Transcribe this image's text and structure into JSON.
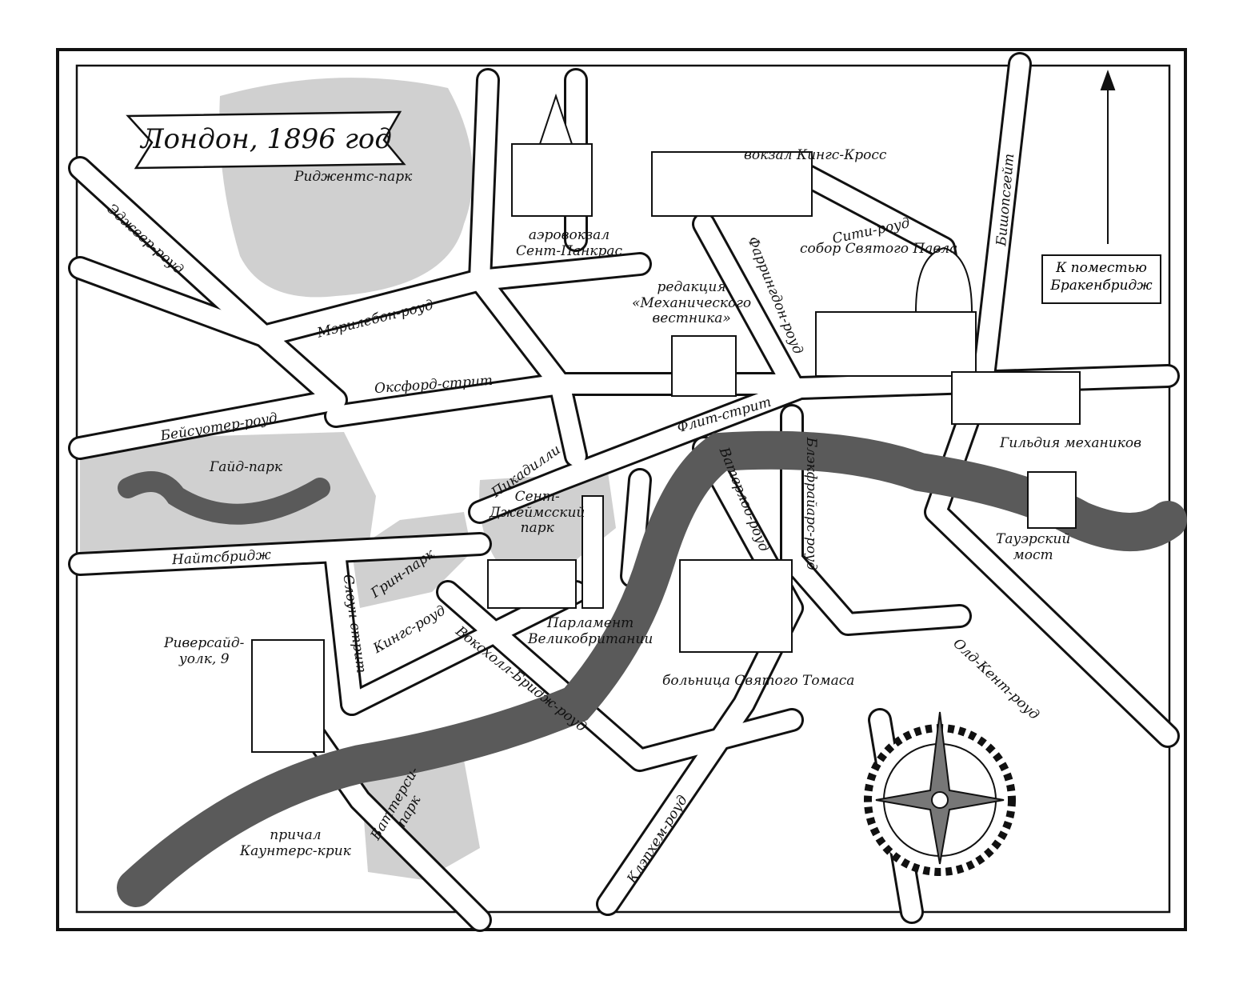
{
  "title": "Лондон, 1896 год",
  "signpost": {
    "line1": "К поместью",
    "line2": "Бракенбридж"
  },
  "colors": {
    "park": "#d0d0d0",
    "river": "#5a5a5a",
    "road": "#ffffff",
    "ink": "#111111"
  },
  "parks": {
    "regents": "Риджентс-парк",
    "hyde": "Гайд-парк",
    "green": "Грин-парк",
    "st_james_1": "Сент-",
    "st_james_2": "Джеймсский",
    "st_james_3": "парк",
    "battersea_1": "Баттерси-",
    "battersea_2": "парк"
  },
  "roads": {
    "edgware": "Эджвер-роуд",
    "marylebone": "Мэрилебон-роуд",
    "oxford": "Оксфорд-стрит",
    "bayswater": "Бейсуотер-роуд",
    "piccadilly": "Пикадилли",
    "fleet": "Флит-стрит",
    "farringdon": "Фаррингдон-роуд",
    "city": "Сити-роуд",
    "bishopsgate": "Бишопсгейт",
    "knightsbridge": "Найтсбридж",
    "sloane": "Слоун-стрит",
    "kings": "Кингс-роуд",
    "vauxhall": "Воксхолл-Бридж-роуд",
    "waterloo": "Ватерлоо-роуд",
    "blackfriars": "Блэкфрайарс-роуд",
    "old_kent": "Олд-Кент-роуд",
    "clapham": "Клэпхем-роуд"
  },
  "landmarks": {
    "kings_cross": "вокзал Кингс-Кросс",
    "st_pancras_1": "аэровокзал",
    "st_pancras_2": "Сент-Панкрас",
    "st_pauls": "собор Святого Павла",
    "gazette_1": "редакция",
    "gazette_2": "«Механического",
    "gazette_3": "вестника»",
    "guild": "Гильдия механиков",
    "tower_bridge_1": "Тауэрский",
    "tower_bridge_2": "мост",
    "parliament_1": "Парламент",
    "parliament_2": "Великобритании",
    "st_thomas": "больница Святого Томаса",
    "riverside_1": "Риверсайд-",
    "riverside_2": "уолк, 9",
    "pier_1": "причал",
    "pier_2": "Каунтерс-крик"
  }
}
